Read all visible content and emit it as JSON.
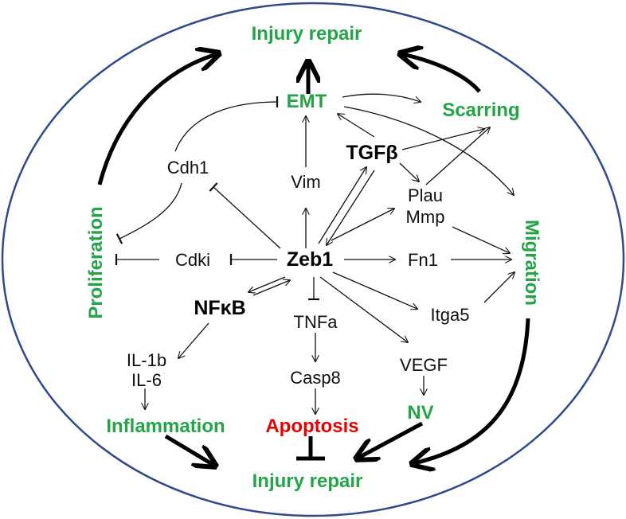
{
  "nodes": {
    "injury_repair_top": "Injury repair",
    "injury_repair_bottom": "Injury repair",
    "emt": "EMT",
    "scarring": "Scarring",
    "cdh1": "Cdh1",
    "tgfb": "TGFβ",
    "vim": "Vim",
    "plau": "Plau",
    "mmp": "Mmp",
    "proliferation": "Proliferation",
    "migration": "Migration",
    "cdki": "Cdki",
    "zeb1": "Zeb1",
    "fn1": "Fn1",
    "nfkb": "NFκB",
    "tnfa": "TNFa",
    "itga5": "Itga5",
    "il1b": "IL-1b",
    "il6": "IL-6",
    "casp8": "Casp8",
    "vegf": "VEGF",
    "inflammation": "Inflammation",
    "apoptosis": "Apoptosis",
    "nv": "NV"
  },
  "colors": {
    "process": "#22a447",
    "apoptosis": "#e60000",
    "ellipse": "#2e4a8c",
    "gene": "#111111"
  }
}
